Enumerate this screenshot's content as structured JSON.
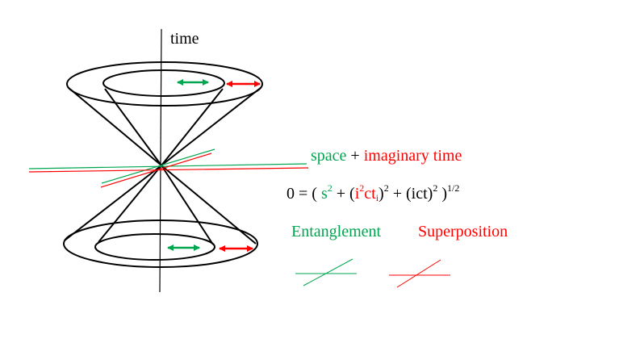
{
  "axis_label": "time",
  "heading": {
    "space": "space",
    "plus": "+",
    "imaginary_time": "imaginary time"
  },
  "equation": {
    "lhs": "0 = (",
    "s": "s",
    "sq1": "2",
    "plus1": "+ (",
    "i": "i",
    "sq_i": "2",
    "ct": "ct",
    "sub_i": "i",
    "close_sq": ")",
    "sq2": "2",
    "plus2": "+ (ict)",
    "sq3": "2",
    "tail": ")",
    "power": "1/2"
  },
  "legend": {
    "entanglement": "Entanglement",
    "superposition": "Superposition"
  },
  "colors": {
    "green": "#00a550",
    "red": "#ff0000",
    "black": "#000000"
  }
}
